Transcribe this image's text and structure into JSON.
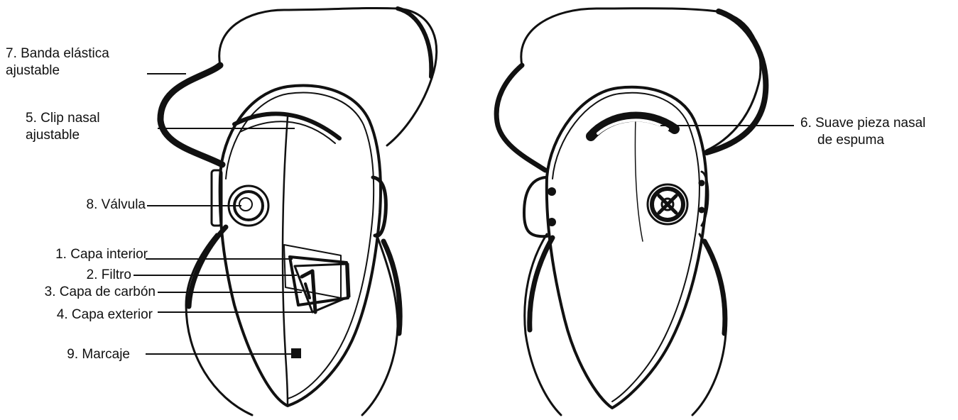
{
  "labels": {
    "band": {
      "line1": "7. Banda elástica",
      "line2": "ajustable"
    },
    "nose_clip": {
      "line1": "5. Clip nasal",
      "line2": "ajustable"
    },
    "valve": "8. Válvula",
    "inner_layer": "1. Capa interior",
    "filter": "2. Filtro",
    "carbon_layer": "3. Capa de carbón",
    "outer_layer": "4. Capa exterior",
    "marking": "9. Marcaje",
    "foam_nose": {
      "line1": "6. Suave pieza nasal",
      "line2": "de espuma"
    }
  },
  "colors": {
    "ink": "#111111",
    "background": "#ffffff"
  }
}
